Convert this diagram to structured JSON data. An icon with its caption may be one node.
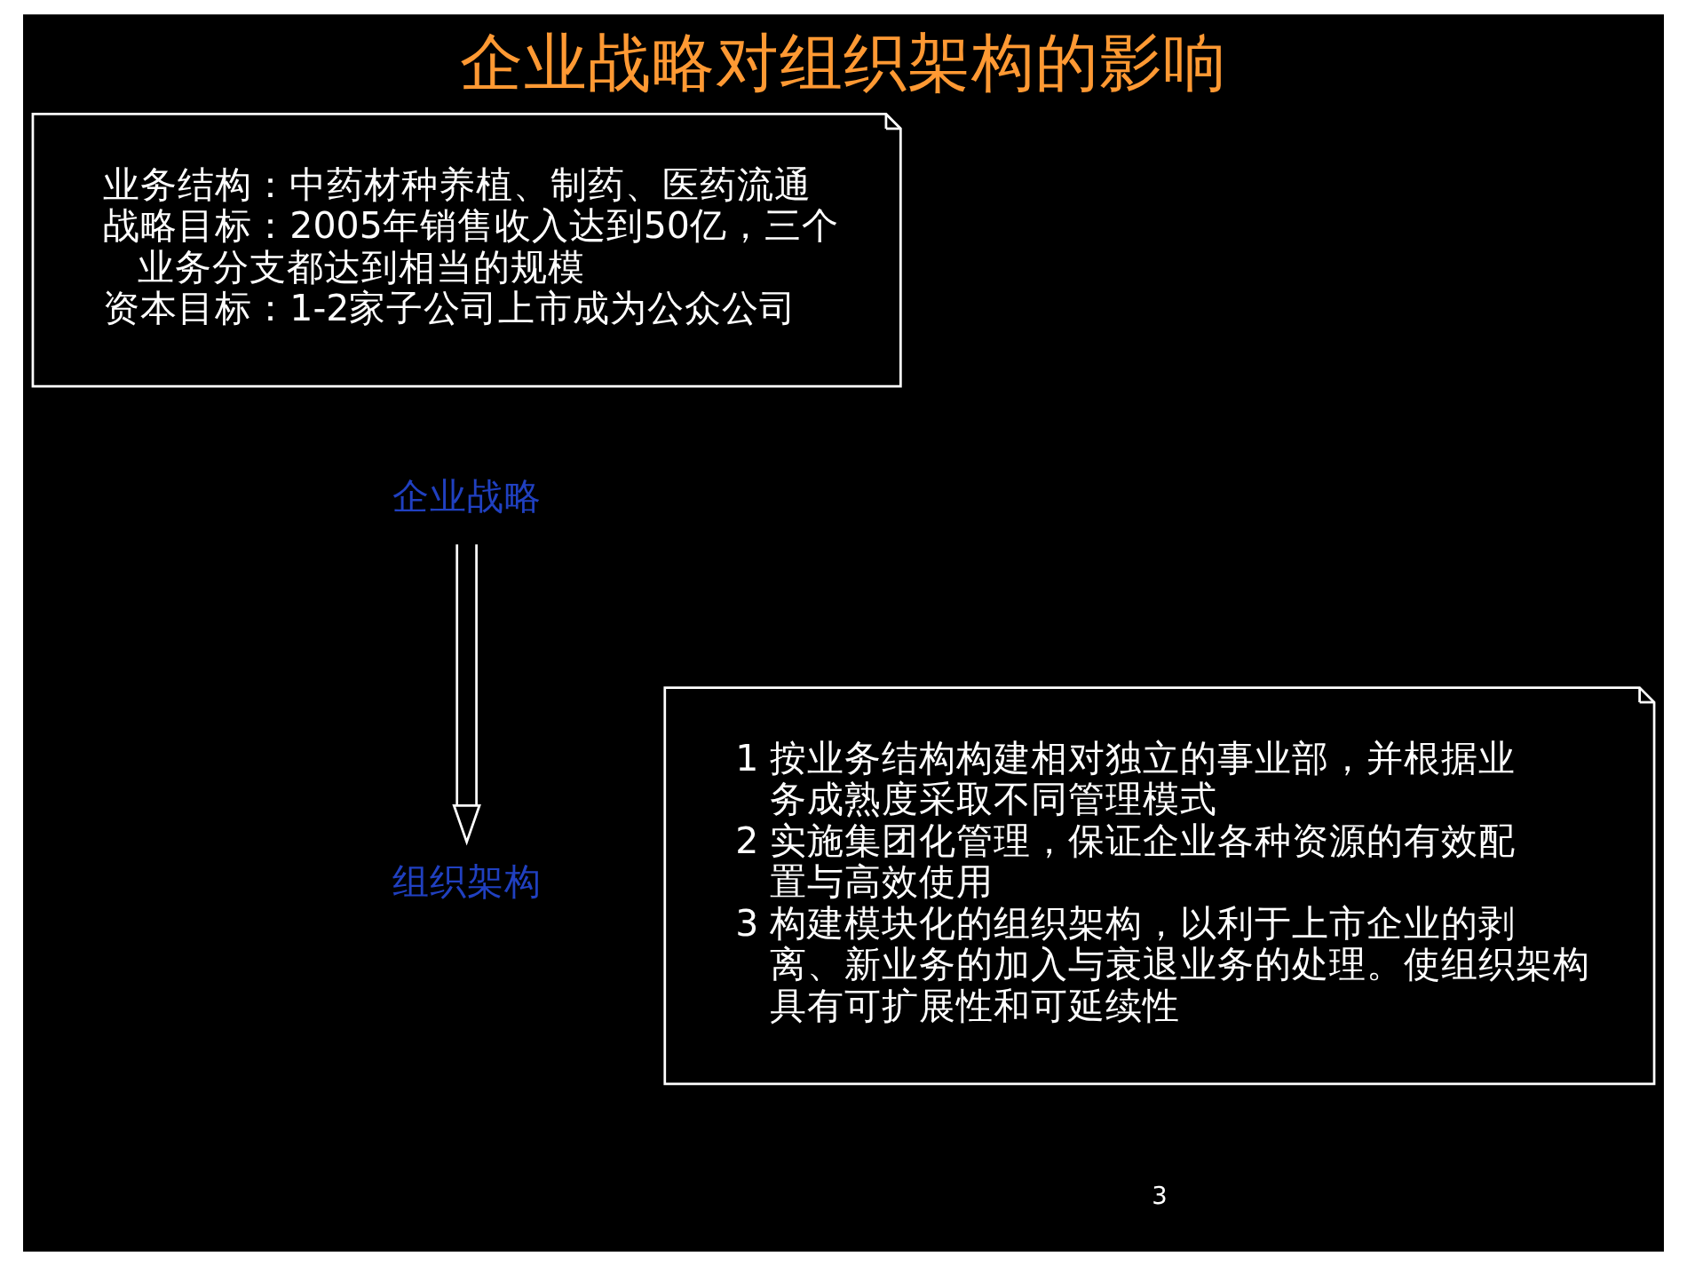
{
  "diagram": {
    "title": "企业战略对组织架构的影响",
    "nodes": [
      {
        "text": [
          "业务结构：中药材种养植、制药、医药流通",
          "战略目标：2005年销售收入达到50亿，三个业务分支都达到相当的规模",
          "资本目标：1-2家子公司上市成为公众公司"
        ]
      },
      {
        "text": [
          "企业战略"
        ]
      },
      {
        "text": [
          "组织架构"
        ]
      },
      {
        "text": [
          "1 按业务结构构建相对独立的事业部，并根据业务成熟度采取不同管理模式",
          "2 实施集团化管理，保证企业各种资源的有效配置与高效使用",
          "3 构建模块化的组织架构，以利于上市企业的剥离、新业务的加入与衰退业务的处理。使组织架构具有可扩展性和可延续性"
        ]
      }
    ],
    "edges": [
      {
        "from": 1,
        "to": 2,
        "arrow": "to"
      }
    ],
    "labels": [
      "3"
    ]
  }
}
